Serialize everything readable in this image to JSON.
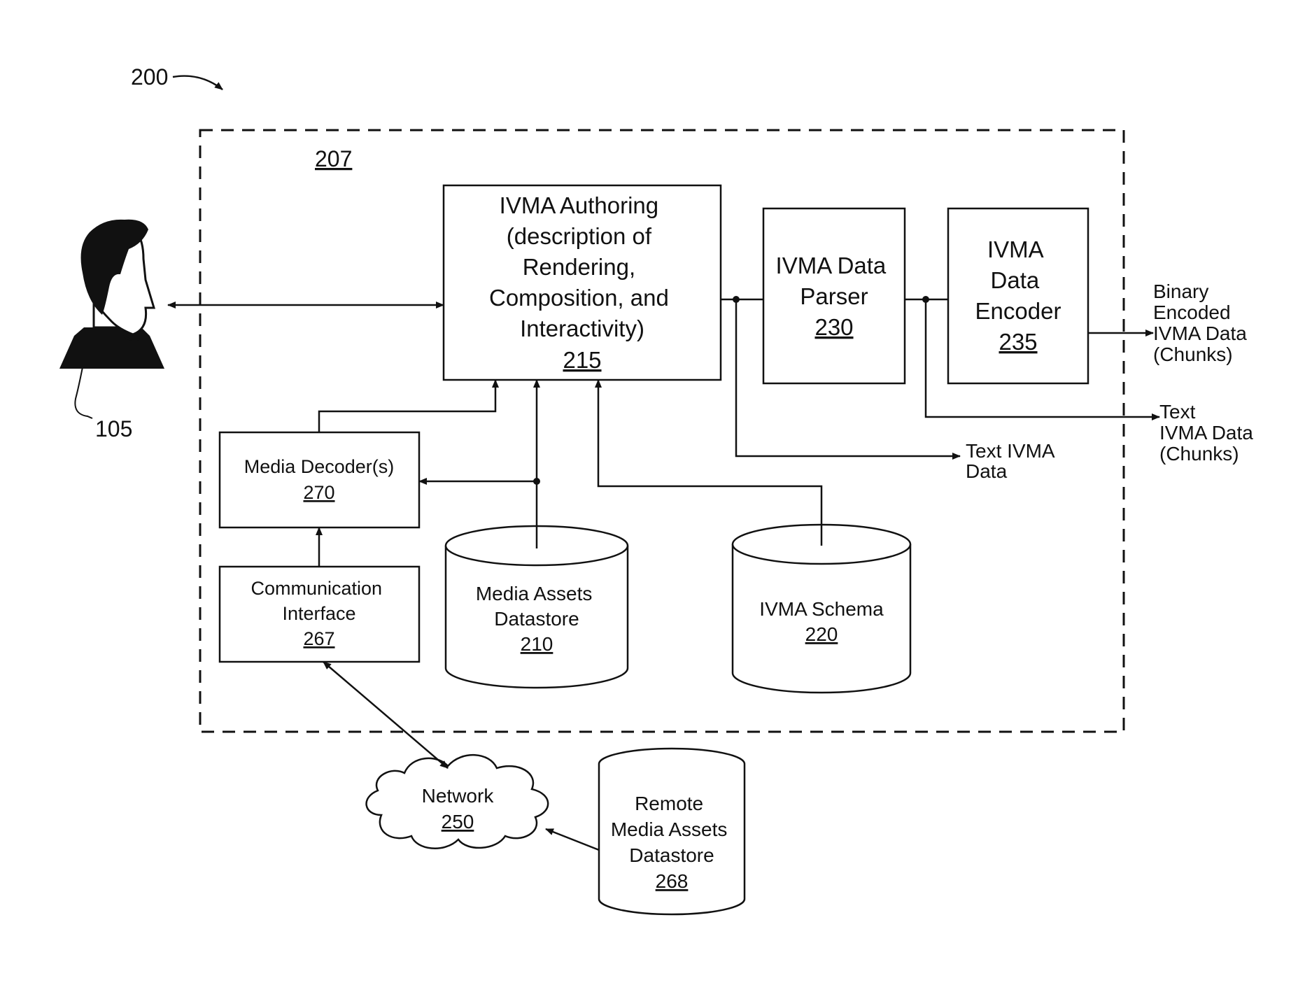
{
  "figure": {
    "number": "200",
    "system_ref": "207",
    "user_ref": "105"
  },
  "authoring": {
    "lines": [
      "IVMA Authoring",
      "(description of",
      "Rendering,",
      "Composition, and",
      "Interactivity)"
    ],
    "ref": "215"
  },
  "parser": {
    "lines": [
      "IVMA Data",
      "Parser"
    ],
    "ref": "230"
  },
  "encoder": {
    "lines": [
      "IVMA",
      "Data",
      "Encoder"
    ],
    "ref": "235"
  },
  "media_decoder": {
    "lines": [
      "Media Decoder(s)"
    ],
    "ref": "270"
  },
  "comm_interface": {
    "lines": [
      "Communication",
      "Interface"
    ],
    "ref": "267"
  },
  "media_assets": {
    "lines": [
      "Media Assets",
      "Datastore"
    ],
    "ref": "210"
  },
  "schema": {
    "lines": [
      "IVMA Schema"
    ],
    "ref": "220"
  },
  "network": {
    "lines": [
      "Network"
    ],
    "ref": "250"
  },
  "remote_assets": {
    "lines": [
      "Remote",
      "Media Assets",
      "Datastore"
    ],
    "ref": "268"
  },
  "outputs": {
    "binary": [
      "Binary",
      "Encoded",
      "IVMA Data",
      "(Chunks)"
    ],
    "text_chunks": [
      "Text",
      "IVMA Data",
      "(Chunks)"
    ],
    "text_ivma": [
      "Text IVMA",
      "Data"
    ]
  }
}
